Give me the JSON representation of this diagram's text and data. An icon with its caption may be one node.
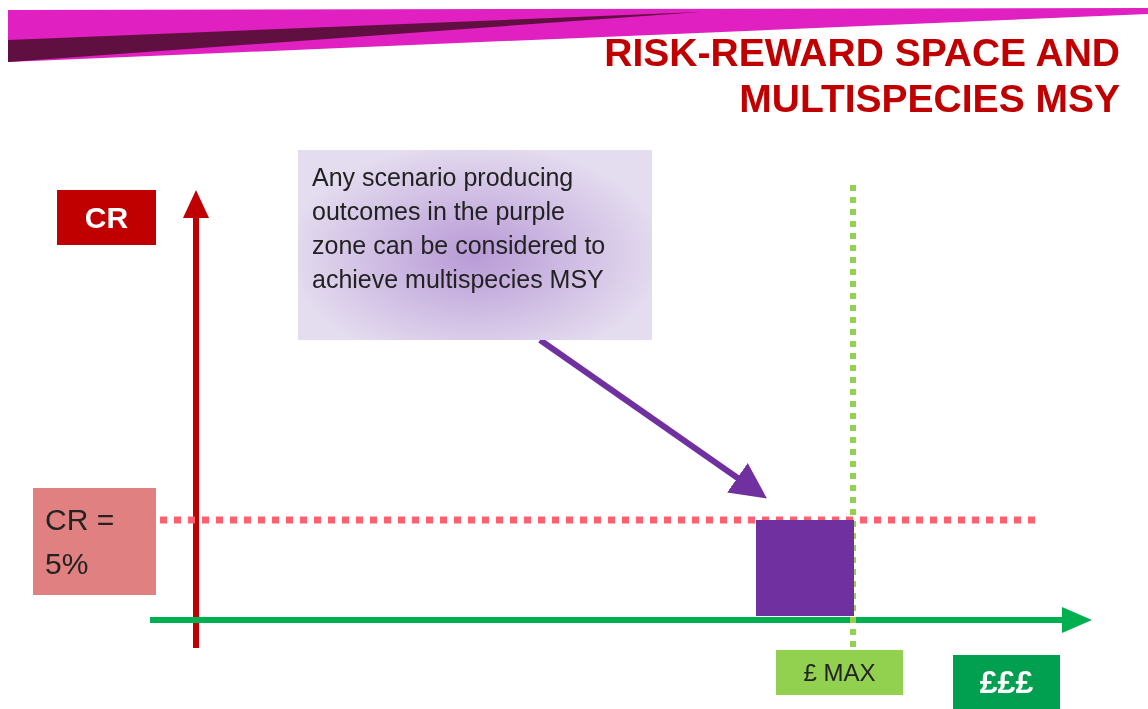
{
  "diagram": {
    "title": "RISK-REWARD SPACE AND MULTISPECIES MSY",
    "nodes": [
      {
        "text": [
          "Any scenario producing outcomes in the purple zone can be considered to achieve multispecies MSY"
        ]
      },
      {
        "text": [],
        "shape": "box"
      }
    ],
    "edges": [
      {
        "from": 0,
        "to": 1,
        "arrow": "to"
      }
    ],
    "labels": [
      "CR",
      "CR = 5%",
      "£ MAX",
      "£££"
    ]
  }
}
